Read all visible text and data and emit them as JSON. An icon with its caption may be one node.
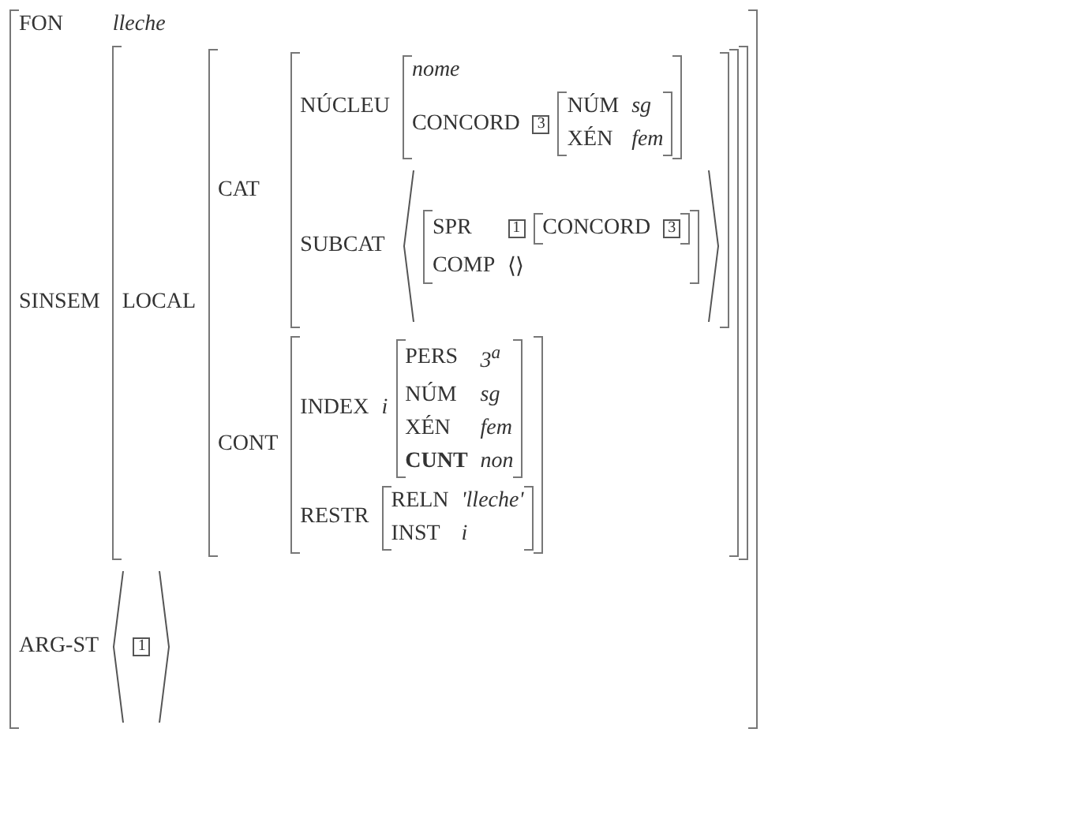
{
  "diagram": {
    "nodes": [
      {
        "text": [
          "FON",
          "lleche",
          "SINSEM",
          "ARG-ST"
        ]
      },
      {
        "text": [
          "LOCAL"
        ],
        "in": 0
      },
      {
        "text": [
          "CAT",
          "CONT"
        ],
        "in": 1
      },
      {
        "text": [
          "NÚCLEU",
          "SUBCAT"
        ],
        "in": 2
      },
      {
        "text": [
          "nome",
          "CONCORD"
        ],
        "in": 3
      },
      {
        "text": [
          "3"
        ],
        "in": 4
      },
      {
        "text": [
          "NÚM",
          "sg",
          "XÉN",
          "fem"
        ],
        "in": 4
      },
      {
        "text": [
          "SPR",
          "COMP",
          "⟨⟩"
        ],
        "in": 3
      },
      {
        "text": [
          "1"
        ],
        "in": 7
      },
      {
        "text": [
          "CONCORD"
        ],
        "in": 7
      },
      {
        "text": [
          "3"
        ],
        "in": 9
      },
      {
        "text": [
          "INDEX",
          "i",
          "RESTR"
        ],
        "in": 2
      },
      {
        "text": [
          "PERS",
          "3$^{a}$",
          "NÚM",
          "sg",
          "XÉN",
          "fem",
          "CUNT",
          "non"
        ],
        "in": 11
      },
      {
        "text": [
          "RELN",
          "'lleche'",
          "INST",
          "i"
        ],
        "in": 11
      },
      {
        "text": [
          "1"
        ],
        "in": 0
      }
    ]
  }
}
